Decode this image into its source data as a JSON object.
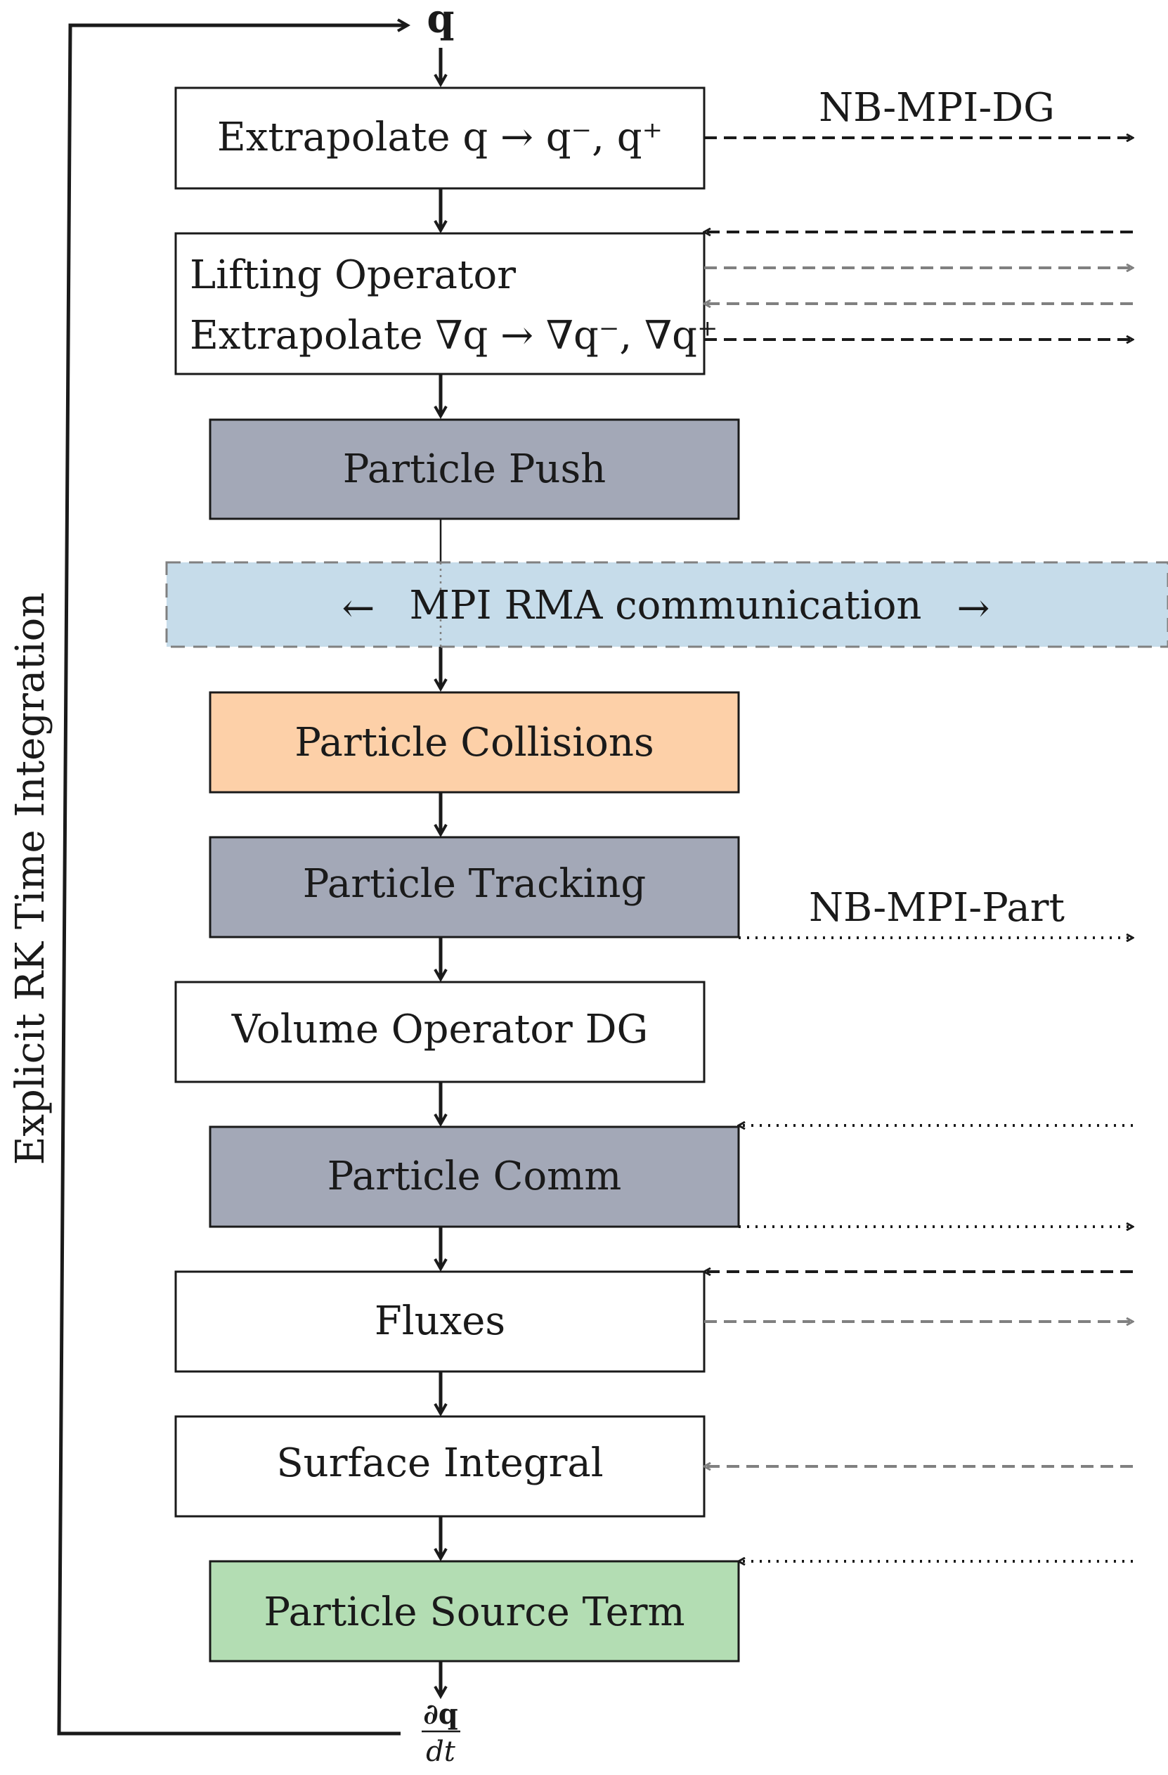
{
  "diagram": {
    "input_label": "q",
    "output_label": {
      "numerator": "∂q",
      "denominator": "dt"
    },
    "loop_label": "Explicit RK Time Integration",
    "steps": [
      {
        "id": "extrapolate",
        "lines": [
          "Extrapolate q → q⁻, q⁺"
        ],
        "fill": "#ffffff"
      },
      {
        "id": "lifting",
        "lines": [
          "Lifting Operator",
          "Extrapolate ∇q → ∇q⁻, ∇q⁺"
        ],
        "fill": "#ffffff"
      },
      {
        "id": "particle-push",
        "lines": [
          "Particle Push"
        ],
        "fill": "#a3a8b7"
      },
      {
        "id": "particle-collisions",
        "lines": [
          "Particle Collisions"
        ],
        "fill": "#fdd0a8"
      },
      {
        "id": "particle-tracking",
        "lines": [
          "Particle Tracking"
        ],
        "fill": "#a3a8b7"
      },
      {
        "id": "volume-operator",
        "lines": [
          "Volume Operator DG"
        ],
        "fill": "#ffffff"
      },
      {
        "id": "particle-comm",
        "lines": [
          "Particle Comm"
        ],
        "fill": "#a3a8b7"
      },
      {
        "id": "fluxes",
        "lines": [
          "Fluxes"
        ],
        "fill": "#ffffff"
      },
      {
        "id": "surface-integral",
        "lines": [
          "Surface Integral"
        ],
        "fill": "#ffffff"
      },
      {
        "id": "particle-source",
        "lines": [
          "Particle Source Term"
        ],
        "fill": "#b3ddb3"
      }
    ],
    "rma_band": {
      "text": "MPI RMA communication",
      "left_arrow": "←",
      "right_arrow": "→",
      "fill": "#c6dcea"
    },
    "comm_labels": {
      "dg": "NB-MPI-DG",
      "part": "NB-MPI-Part"
    },
    "colors": {
      "dg_dashed": "#000000",
      "dg_gray": "#808080",
      "particle_dotted": "#000000"
    }
  }
}
